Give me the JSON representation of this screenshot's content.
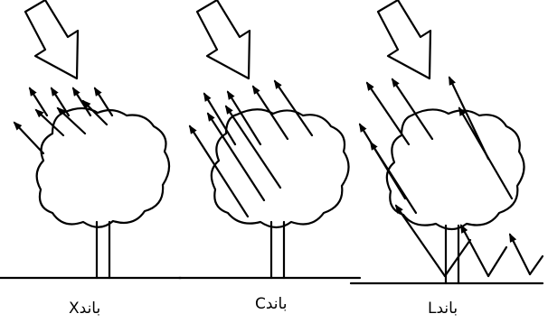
{
  "panels": [
    {
      "id": "x",
      "band_letter": "X",
      "band_word": "باند"
    },
    {
      "id": "c",
      "band_letter": "C",
      "band_word": "باند"
    },
    {
      "id": "l",
      "band_letter": "L",
      "band_word": "باند"
    }
  ]
}
